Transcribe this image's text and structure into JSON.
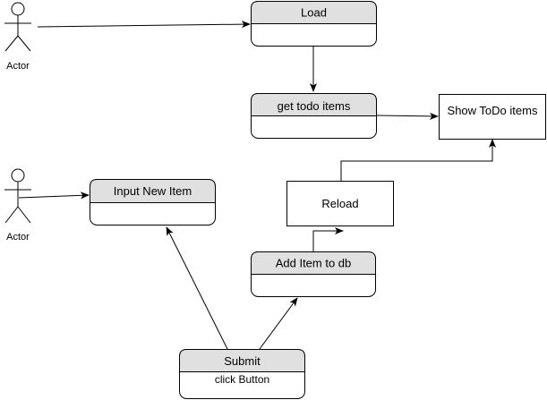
{
  "actors": [
    {
      "id": "actor-top",
      "label": "Actor"
    },
    {
      "id": "actor-bottom",
      "label": "Actor"
    }
  ],
  "nodes": {
    "load": {
      "title": "Load",
      "subtitle": ""
    },
    "get_todo": {
      "title": "get todo items",
      "subtitle": ""
    },
    "show_todo": {
      "title": "Show ToDo items"
    },
    "input_new": {
      "title": "Input New Item",
      "subtitle": ""
    },
    "reload": {
      "title": "Reload"
    },
    "add_item": {
      "title": "Add Item to db",
      "subtitle": ""
    },
    "submit": {
      "title": "Submit",
      "subtitle": "click Button"
    }
  },
  "edges": [
    {
      "from": "actor-top",
      "to": "load"
    },
    {
      "from": "load",
      "to": "get_todo"
    },
    {
      "from": "get_todo",
      "to": "show_todo"
    },
    {
      "from": "actor-bottom",
      "to": "input_new"
    },
    {
      "from": "submit",
      "to": "input_new"
    },
    {
      "from": "submit",
      "to": "add_item"
    },
    {
      "from": "add_item",
      "to": "reload"
    },
    {
      "from": "reload",
      "to": "show_todo"
    }
  ],
  "colors": {
    "header_fill": "#e0e0e0",
    "box_fill": "#ffffff",
    "line": "#000000"
  }
}
